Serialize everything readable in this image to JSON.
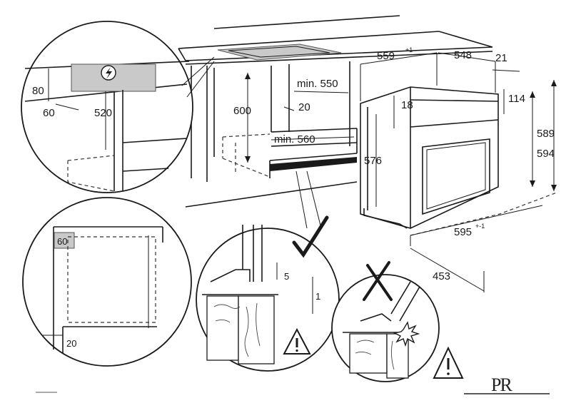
{
  "figure": {
    "dimensions": {
      "d80": "80",
      "d60_top": "60",
      "d520": "520",
      "d600": "600",
      "min550": "min. 550",
      "d20_cab": "20",
      "min560": "min. 560",
      "d559": "559",
      "d559_sup": "+1",
      "d548": "548",
      "d21": "21",
      "d18": "18",
      "d114": "114",
      "d576": "576",
      "d589": "589",
      "d594": "594",
      "d595": "595",
      "d595_sup": "+-1",
      "d453": "453",
      "d60_side": "60",
      "d20_side": "20",
      "d5": "5",
      "d1": "1"
    },
    "symbols": {
      "electric_icon": "electric-hazard-icon",
      "check_icon": "check-mark-icon",
      "cross_icon": "cross-mark-icon",
      "warning_icon": "warning-triangle-icon",
      "warning_icon_2": "warning-triangle-icon",
      "spark_icon": "impact-spark-icon"
    },
    "logo": "PR",
    "colors": {
      "line": "#1a1a1a",
      "shade": "#c9c9c9",
      "background": "#ffffff"
    }
  }
}
